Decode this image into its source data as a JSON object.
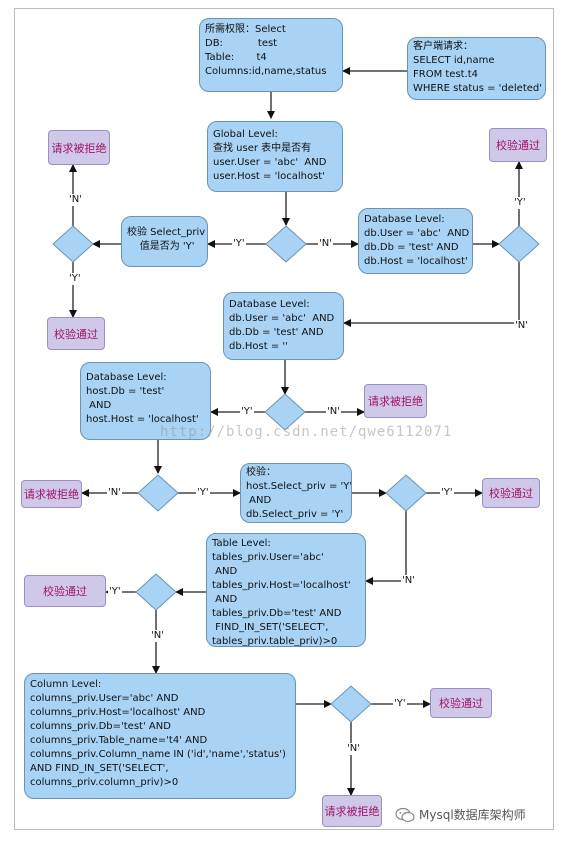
{
  "boxes": {
    "required_perms": "所需权限：Select\nDB:           test\nTable:       t4\nColumns:id,name,status",
    "client_request": "客户端请求：\nSELECT id,name\nFROM test.t4\nWHERE status = 'deleted'",
    "global_level": "Global Level:\n查找 user 表中是否有\nuser.User = 'abc'  AND\nuser.Host = 'localhost'",
    "check_select_priv": "校验 Select_priv\n    值是否为 'Y'",
    "db_level_1": "Database Level:\ndb.User = 'abc'  AND\ndb.Db = 'test' AND\ndb.Host = 'localhost'",
    "db_level_2": "Database Level:\ndb.User = 'abc'  AND\ndb.Db = 'test' AND\ndb.Host = ''",
    "db_level_host": "Database Level:\nhost.Db = 'test'\n AND\nhost.Host = 'localhost'",
    "check_host_db": "校验：\nhost.Select_priv = 'Y'\n AND\ndb.Select_priv = 'Y'",
    "table_level": "Table Level:\ntables_priv.User='abc'\n AND\ntables_priv.Host='localhost'\n AND\ntables_priv.Db='test' AND\n FIND_IN_SET('SELECT',\ntables_priv.table_priv)>0",
    "column_level": "Column Level:\ncolumns_priv.User='abc' AND\ncolumns_priv.Host='localhost' AND\ncolumns_priv.Db='test' AND\ncolumns_priv.Table_name='t4' AND\ncolumns_priv.Column_name IN ('id','name','status')\nAND FIND_IN_SET('SELECT',\ncolumns_priv.column_priv)>0"
  },
  "results": {
    "reject": "请求被拒绝",
    "pass": "校验通过"
  },
  "labels": {
    "yes": "'Y'",
    "no": "'N'"
  },
  "watermark": "http://blog.csdn.net/qwe6112071",
  "footer": "Mysql数据库架构师"
}
